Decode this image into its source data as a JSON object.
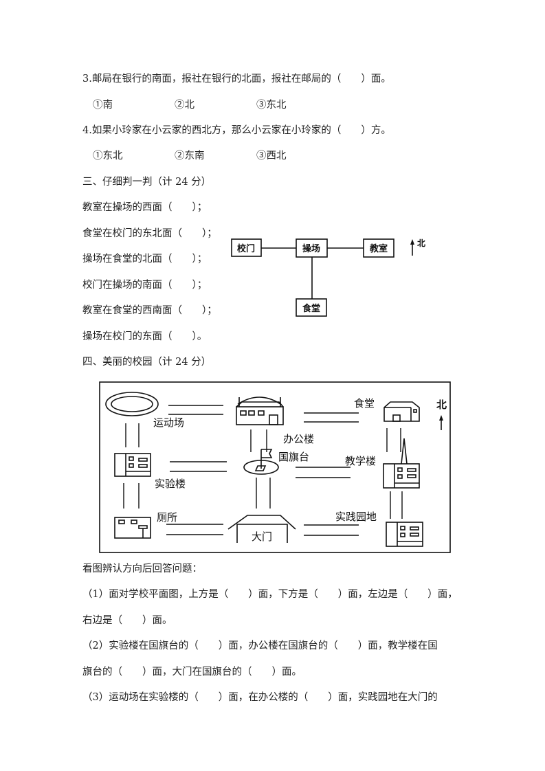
{
  "q3": {
    "text": "3.邮局在银行的南面，报社在银行的北面，报社在邮局的（　　）面。",
    "options": [
      "①南",
      "②北",
      "③东北"
    ]
  },
  "q4": {
    "text": "4.如果小玲家在小云家的西北方，那么小云家在小玲家的（　　）方。",
    "options": [
      "①东北",
      "②东南",
      "③西北"
    ]
  },
  "section3": {
    "title": "三、仔细判一判（计 24 分）",
    "items": [
      "教室在操场的西面（　　）；",
      "食堂在校门的东北面（　　）；",
      "操场在食堂的北面（　　）；",
      "校门在操场的南面（　　）；",
      "教室在食堂的西南面（　　）；",
      "操场在校门的东面（　　）。"
    ],
    "diagram": {
      "gate": "校门",
      "playground": "操场",
      "classroom": "教室",
      "canteen": "食堂",
      "north": "北"
    }
  },
  "section4": {
    "title": "四、美丽的校园（计 24 分）",
    "map": {
      "track": "运动场",
      "office": "办公楼",
      "canteen": "食堂",
      "north": "北",
      "flag": "国旗台",
      "teaching": "教学楼",
      "lab": "实验楼",
      "toilet": "厕所",
      "gate": "大门",
      "garden": "实践园地"
    },
    "prompt": "看图辨认方向后回答问题：",
    "questions": [
      "（1）面对学校平面图，上方是（　　）面，下方是（　　）面，左边是（　　）面，",
      "右边是（　　）面。",
      "（2）实验楼在国旗台的（　　）面，办公楼在国旗台的（　　）面，教学楼在国",
      "旗台的（　　）面，大门在国旗台的（　　）面。",
      "（3）运动场在实验楼的（　　）面，在办公楼的（　　）面，实践园地在大门的"
    ]
  }
}
